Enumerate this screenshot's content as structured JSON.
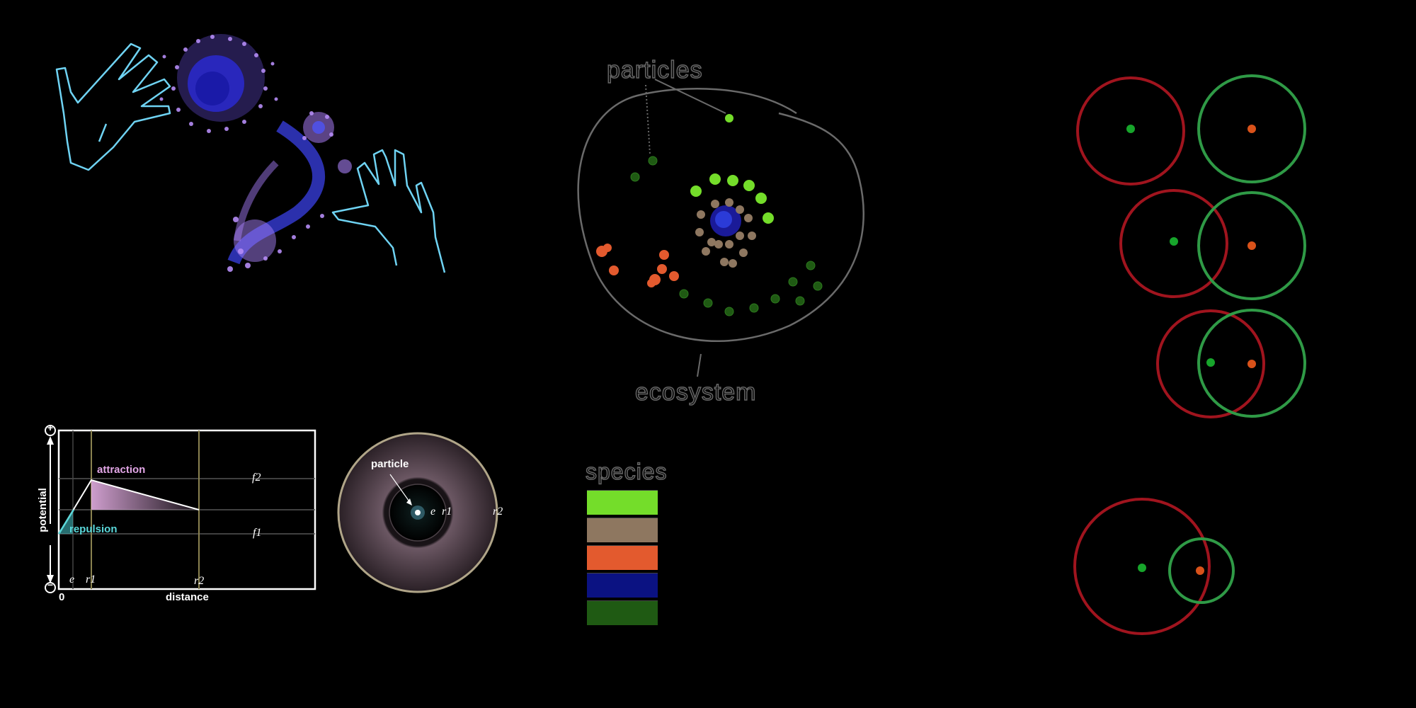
{
  "ecosystem": {
    "particles_label": "particles",
    "ecosystem_label": "ecosystem"
  },
  "species": {
    "title": "species",
    "colors": [
      "#74dd2a",
      "#8e7760",
      "#e35a2e",
      "#0b1282",
      "#1f5a13"
    ]
  },
  "potential_chart": {
    "ylabel": "potential",
    "xlabel": "distance",
    "origin_label": "0",
    "plus_symbol": "+",
    "minus_symbol": "−",
    "attraction_label": "attraction",
    "repulsion_label": "repulsion",
    "e_label": "e",
    "r1_label": "r1",
    "r2_label": "r2",
    "f1_label": "f1",
    "f2_label": "f2"
  },
  "particle_diagram": {
    "particle_label": "particle",
    "e_label": "e",
    "r1_label": "r1",
    "r2_label": "r2"
  },
  "overlap_panel": {
    "ring_colors": [
      "#a0141e",
      "#2f9a46"
    ],
    "dot_colors": [
      "#17a52b",
      "#d9521a"
    ]
  }
}
